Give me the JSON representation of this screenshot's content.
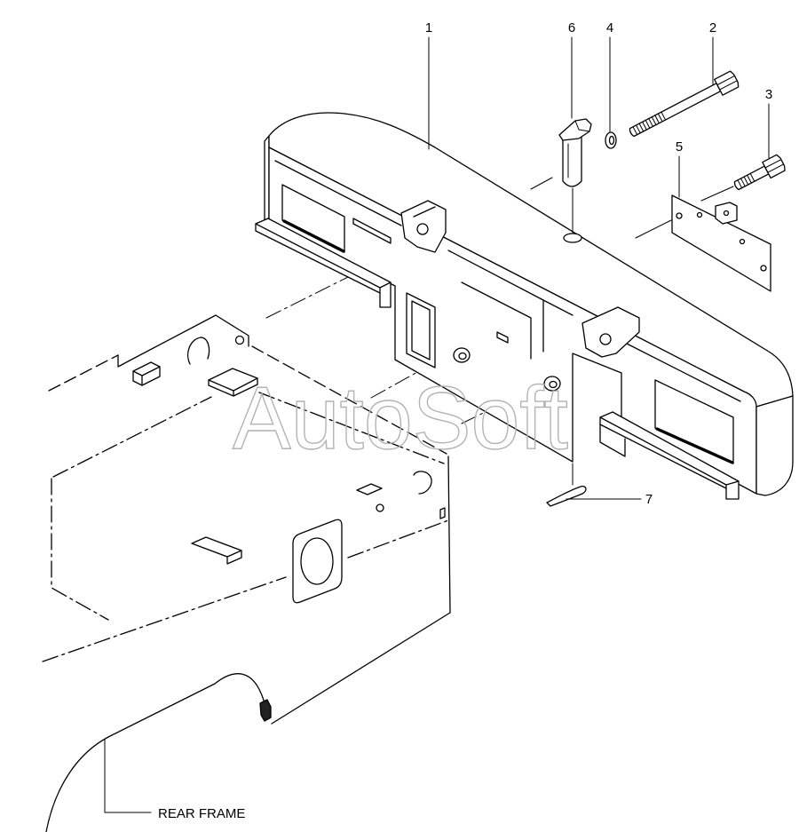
{
  "diagram": {
    "callouts": {
      "part_1": "1",
      "part_2": "2",
      "part_3": "3",
      "part_4": "4",
      "part_5": "5",
      "part_6": "6",
      "part_7": "7"
    },
    "rear_frame_label": "REAR FRAME",
    "watermark": "AutoSoft"
  },
  "colors": {
    "line": "#000000",
    "background": "#ffffff",
    "watermark": "#b3b3b3"
  }
}
